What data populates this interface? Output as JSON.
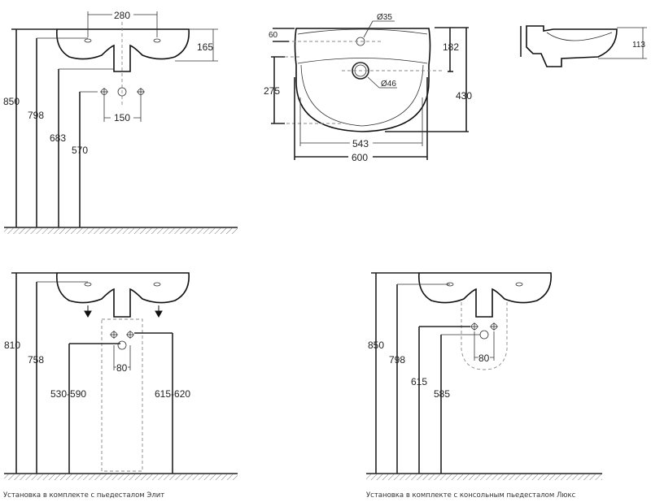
{
  "top_left_view": {
    "d850": "850",
    "d798": "798",
    "d683": "683",
    "d570": "570",
    "d280": "280",
    "d165": "165",
    "d150": "150"
  },
  "top_plan_view": {
    "d60": "60",
    "dia35": "Ø35",
    "d182": "182",
    "d275": "275",
    "dia46": "Ø46",
    "d430": "430",
    "d543": "543",
    "d600": "600"
  },
  "side_view": {
    "d113": "113"
  },
  "bottom_left_view": {
    "d810": "810",
    "d758": "758",
    "d530_590": "530-590",
    "d615_620": "615-620",
    "d80": "80",
    "caption": "Установка в комплекте с пьедесталом Элит"
  },
  "bottom_right_view": {
    "d850": "850",
    "d798": "798",
    "d615": "615",
    "d585": "585",
    "d80": "80",
    "caption": "Установка в комплекте с консольным пьедесталом Люкс"
  }
}
